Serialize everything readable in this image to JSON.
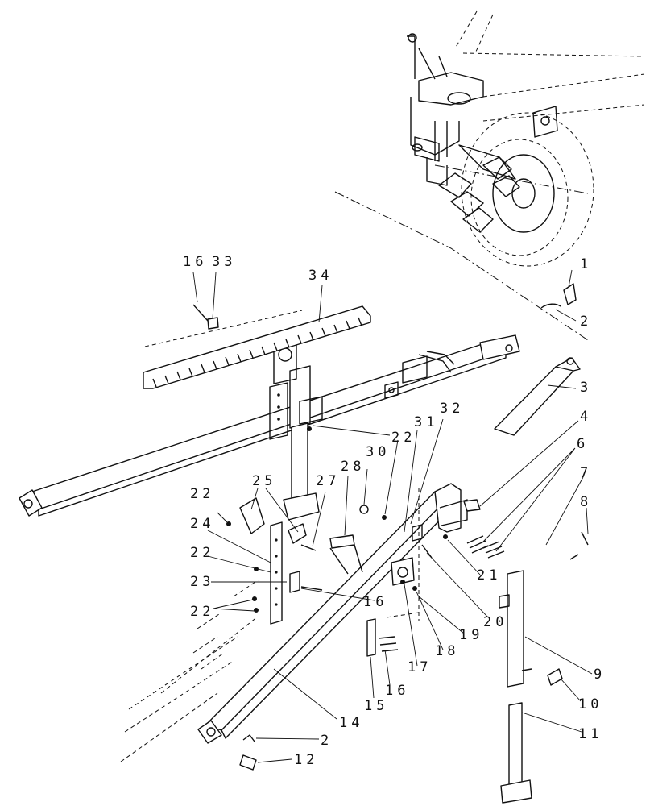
{
  "diagram": {
    "type": "exploded parts diagram",
    "callouts": [
      {
        "id": "c1",
        "label": "1"
      },
      {
        "id": "c2a",
        "label": "2"
      },
      {
        "id": "c2b",
        "label": "2"
      },
      {
        "id": "c3",
        "label": "3"
      },
      {
        "id": "c4",
        "label": "4"
      },
      {
        "id": "c6",
        "label": "6"
      },
      {
        "id": "c7",
        "label": "7"
      },
      {
        "id": "c8",
        "label": "8"
      },
      {
        "id": "c9",
        "label": "9"
      },
      {
        "id": "c10",
        "label": "10"
      },
      {
        "id": "c11",
        "label": "11"
      },
      {
        "id": "c12",
        "label": "12"
      },
      {
        "id": "c14",
        "label": "14"
      },
      {
        "id": "c15",
        "label": "15"
      },
      {
        "id": "c16a",
        "label": "16"
      },
      {
        "id": "c16b",
        "label": "16"
      },
      {
        "id": "c16c",
        "label": "16"
      },
      {
        "id": "c17",
        "label": "17"
      },
      {
        "id": "c18",
        "label": "18"
      },
      {
        "id": "c19",
        "label": "19"
      },
      {
        "id": "c20",
        "label": "20"
      },
      {
        "id": "c21",
        "label": "21"
      },
      {
        "id": "c22a",
        "label": "22"
      },
      {
        "id": "c22b",
        "label": "22"
      },
      {
        "id": "c22c",
        "label": "22"
      },
      {
        "id": "c22d",
        "label": "22"
      },
      {
        "id": "c23",
        "label": "23"
      },
      {
        "id": "c24",
        "label": "24"
      },
      {
        "id": "c25",
        "label": "25"
      },
      {
        "id": "c27",
        "label": "27"
      },
      {
        "id": "c28",
        "label": "28"
      },
      {
        "id": "c30",
        "label": "30"
      },
      {
        "id": "c31",
        "label": "31"
      },
      {
        "id": "c32",
        "label": "32"
      },
      {
        "id": "c33",
        "label": "33"
      },
      {
        "id": "c34",
        "label": "34"
      }
    ]
  }
}
